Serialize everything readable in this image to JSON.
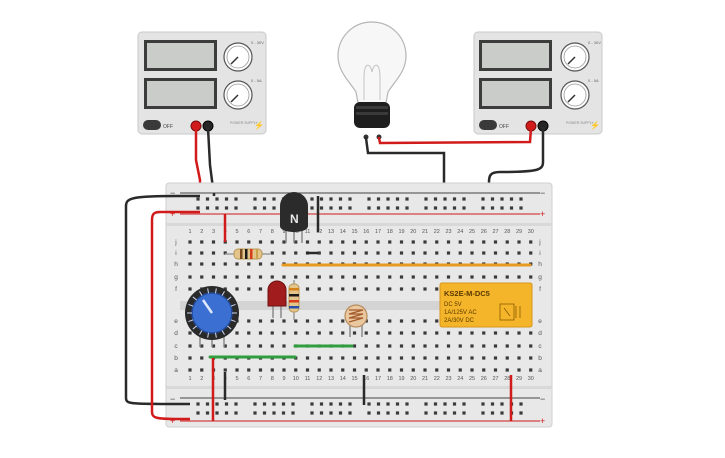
{
  "power_supply_left": {
    "off_label": "OFF",
    "brand_label": "POWER SUPPLY",
    "knob_top_label": "0 - 30V",
    "knob_bottom_label": "0 - 5A"
  },
  "power_supply_right": {
    "off_label": "OFF",
    "brand_label": "POWER SUPPLY",
    "knob_top_label": "0 - 30V",
    "knob_bottom_label": "0 - 5A"
  },
  "transistor": {
    "label": "N"
  },
  "relay": {
    "model": "KS2E-M-DC5",
    "line1": "DC 5V",
    "line2": "1A/125V AC",
    "line3": "2A/30V  DC"
  },
  "breadboard": {
    "rail_minus": "−",
    "rail_plus": "+",
    "column_numbers": [
      "1",
      "2",
      "3",
      "4",
      "5",
      "6",
      "7",
      "8",
      "9",
      "10",
      "11",
      "12",
      "13",
      "14",
      "15",
      "16",
      "17",
      "18",
      "19",
      "20",
      "21",
      "22",
      "23",
      "24",
      "25",
      "26",
      "27",
      "28",
      "29",
      "30"
    ],
    "rows_top": [
      "j",
      "i",
      "h",
      "g",
      "f"
    ],
    "rows_bottom": [
      "e",
      "d",
      "c",
      "b",
      "a"
    ]
  },
  "colors": {
    "wire_red": "#d11a1a",
    "wire_black": "#2a2a2a",
    "wire_orange": "#e69a20",
    "wire_green": "#2e9e3e",
    "relay_yellow": "#f5b52a",
    "pot_blue": "#3b6fd1"
  }
}
